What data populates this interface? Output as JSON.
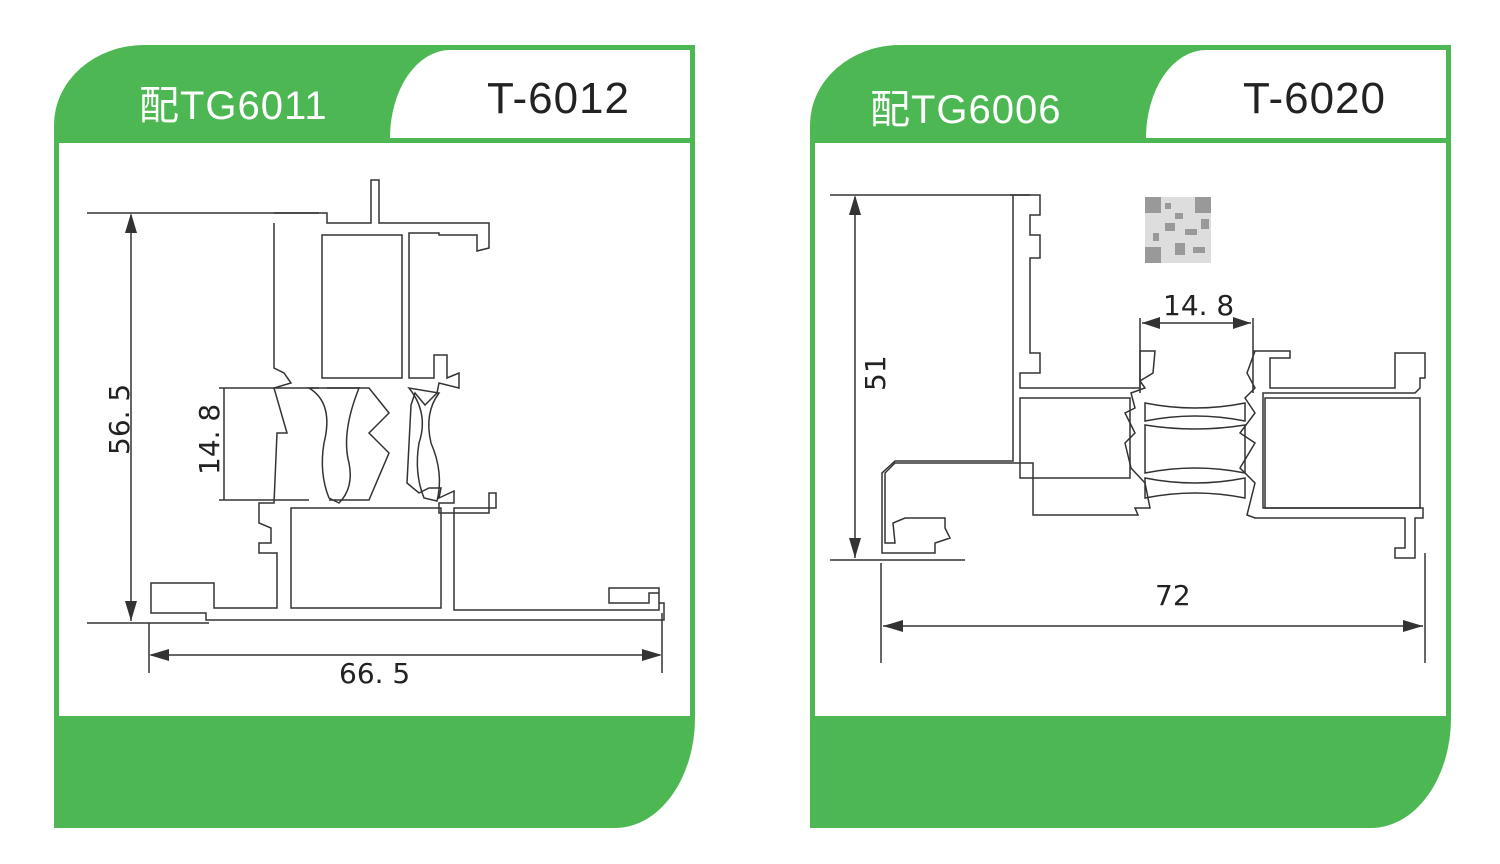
{
  "panels": [
    {
      "partner_code": "配TG6011",
      "profile_code": "T-6012",
      "dims": {
        "height": "56. 5",
        "width": "66. 5",
        "gap": "14. 8"
      }
    },
    {
      "partner_code": "配TG6006",
      "profile_code": "T-6020",
      "dims": {
        "height": "51",
        "width": "72",
        "gap": "14. 8"
      }
    }
  ],
  "colors": {
    "brand_green": "#4db853",
    "line": "#333333"
  }
}
